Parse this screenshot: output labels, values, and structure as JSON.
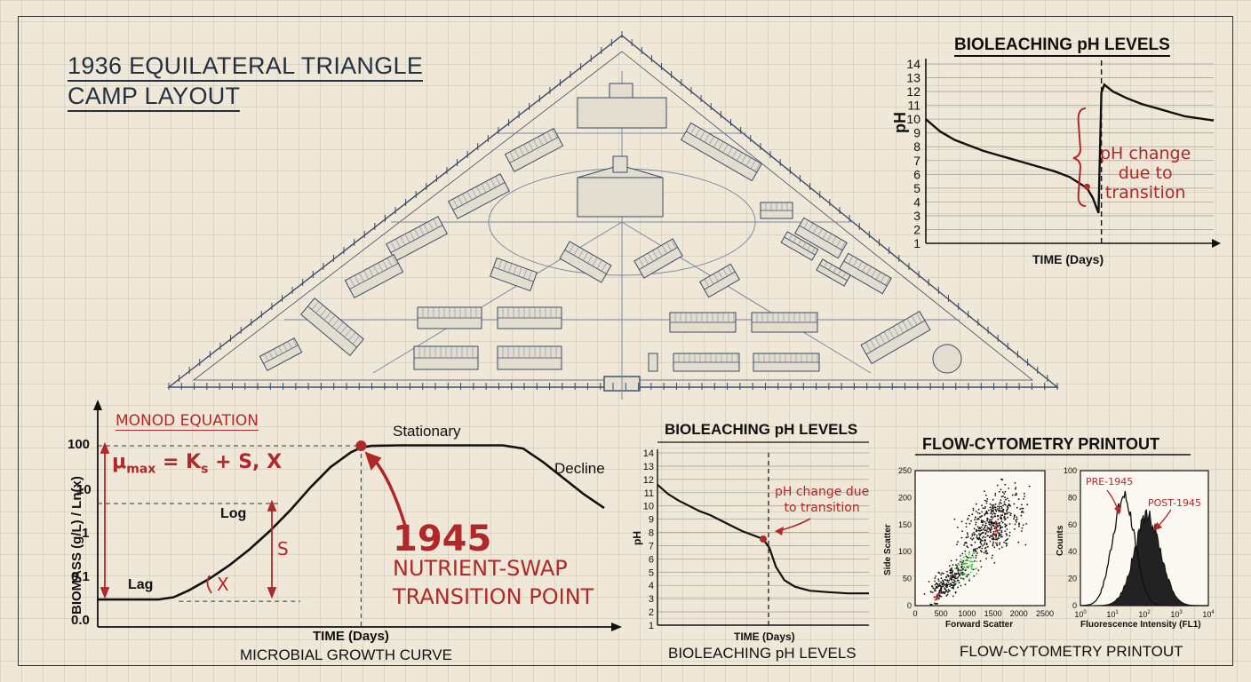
{
  "camp": {
    "title_line1": "1936 EQUILATERAL TRIANGLE",
    "title_line2": "CAMP LAYOUT"
  },
  "colors": {
    "ink": "#111111",
    "red": "#b0282a",
    "blueprint": "#3a4a66",
    "paper": "#efe8d8",
    "green": "#3ec43e"
  },
  "ph_top": {
    "title": "BIOLEACHING pH LEVELS",
    "ylabel": "pH",
    "xlabel": "TIME (Days)",
    "annotation_line1": "pH change",
    "annotation_line2": "due to",
    "annotation_line3": "transition"
  },
  "growth": {
    "caption": "MICROBIAL GROWTH CURVE",
    "xlabel": "TIME (Days)",
    "ylabel": "BIOMASS (g/L) / Ln(x)",
    "monod_title": "MONOD EQUATION",
    "eq_mu": "μ",
    "eq_sub": "max",
    "eq_rest": "= K",
    "eq_ks_sub": "s",
    "eq_tail": "+ S, X",
    "phase_lag": "Lag",
    "phase_log": "Log",
    "phase_stationary": "Stationary",
    "phase_decline": "Decline",
    "label_s": "S",
    "label_x": "X",
    "big_year": "1945",
    "big_line2": "NUTRIENT-SWAP",
    "big_line3": "TRANSITION POINT"
  },
  "ph_mid": {
    "title": "BIOLEACHING pH LEVELS",
    "caption": "BIOLEACHING pH LEVELS",
    "ylabel": "pH",
    "xlabel": "TIME (Days)",
    "annotation_line1": "pH change due",
    "annotation_line2": "to transition"
  },
  "flow": {
    "title": "FLOW-CYTOMETRY PRINTOUT",
    "caption": "FLOW-CYTOMETRY PRINTOUT",
    "scatter_xlabel": "Forward Scatter",
    "scatter_ylabel": "Side Scatter",
    "hist_xlabel": "Fluorescence Intensity (FL1)",
    "hist_ylabel": "Counts",
    "pre_label": "PRE-1945",
    "post_label": "POST-1945"
  },
  "chart_data": [
    {
      "type": "line",
      "title": "BIOLEACHING pH LEVELS",
      "xlabel": "TIME (Days)",
      "ylabel": "pH",
      "ylim": [
        1,
        14
      ],
      "yticks": [
        1,
        2,
        3,
        4,
        5,
        6,
        7,
        8,
        9,
        10,
        11,
        12,
        13,
        14
      ],
      "grid": true,
      "series": [
        {
          "values": [
            [
              0,
              10.0
            ],
            [
              0.05,
              9.1
            ],
            [
              0.1,
              8.5
            ],
            [
              0.15,
              8.1
            ],
            [
              0.2,
              7.7
            ],
            [
              0.25,
              7.4
            ],
            [
              0.3,
              7.1
            ],
            [
              0.35,
              6.8
            ],
            [
              0.4,
              6.5
            ],
            [
              0.45,
              6.2
            ],
            [
              0.5,
              5.8
            ],
            [
              0.53,
              5.4
            ],
            [
              0.56,
              5.0
            ],
            [
              0.58,
              4.3
            ],
            [
              0.6,
              3.2
            ],
            [
              0.61,
              11.9
            ],
            [
              0.62,
              12.5
            ],
            [
              0.65,
              12.0
            ],
            [
              0.7,
              11.5
            ],
            [
              0.75,
              11.1
            ],
            [
              0.8,
              10.8
            ],
            [
              0.85,
              10.5
            ],
            [
              0.9,
              10.2
            ],
            [
              1.0,
              9.9
            ]
          ]
        }
      ],
      "transition_x": 0.61,
      "marker_y": 5.1
    },
    {
      "type": "line",
      "title": "MICROBIAL GROWTH CURVE",
      "xlabel": "TIME (Days)",
      "ylabel": "BIOMASS (g/L) / Ln(x)",
      "yticks": [
        "0.0",
        "0.1",
        "1",
        "10",
        "100"
      ],
      "series": [
        {
          "values": [
            [
              0,
              0.6
            ],
            [
              0.05,
              0.6
            ],
            [
              0.12,
              0.6
            ],
            [
              0.15,
              0.65
            ],
            [
              0.18,
              0.8
            ],
            [
              0.22,
              1.05
            ],
            [
              0.26,
              1.35
            ],
            [
              0.3,
              1.7
            ],
            [
              0.34,
              2.1
            ],
            [
              0.38,
              2.55
            ],
            [
              0.42,
              3.05
            ],
            [
              0.46,
              3.5
            ],
            [
              0.5,
              3.82
            ],
            [
              0.52,
              3.92
            ],
            [
              0.54,
              3.96
            ],
            [
              0.6,
              3.97
            ],
            [
              0.7,
              3.97
            ],
            [
              0.8,
              3.97
            ],
            [
              0.84,
              3.9
            ],
            [
              0.88,
              3.6
            ],
            [
              0.92,
              3.25
            ],
            [
              0.96,
              2.9
            ],
            [
              1.0,
              2.6
            ]
          ]
        }
      ],
      "transition_x": 0.52,
      "transition_y": 3.96,
      "log_level_y": 2.7,
      "lag_level_y": 0.6
    },
    {
      "type": "line",
      "title": "BIOLEACHING pH LEVELS",
      "xlabel": "TIME (Days)",
      "ylabel": "pH",
      "ylim": [
        1,
        14
      ],
      "yticks": [
        1,
        2,
        3,
        4,
        5,
        6,
        7,
        8,
        9,
        10,
        11,
        12,
        13,
        14
      ],
      "grid": true,
      "series": [
        {
          "values": [
            [
              0,
              11.6
            ],
            [
              0.05,
              10.9
            ],
            [
              0.1,
              10.4
            ],
            [
              0.15,
              10.0
            ],
            [
              0.2,
              9.6
            ],
            [
              0.25,
              9.3
            ],
            [
              0.3,
              8.9
            ],
            [
              0.35,
              8.5
            ],
            [
              0.4,
              8.1
            ],
            [
              0.45,
              7.8
            ],
            [
              0.5,
              7.5
            ],
            [
              0.53,
              6.8
            ],
            [
              0.56,
              5.4
            ],
            [
              0.6,
              4.4
            ],
            [
              0.65,
              3.9
            ],
            [
              0.72,
              3.6
            ],
            [
              0.8,
              3.5
            ],
            [
              0.9,
              3.4
            ],
            [
              1.0,
              3.4
            ]
          ]
        }
      ],
      "transition_x": 0.5,
      "marker_y": 7.5
    },
    {
      "type": "scatter",
      "xlabel": "Forward Scatter",
      "ylabel": "Side Scatter",
      "xlim": [
        0,
        2500
      ],
      "ylim": [
        0,
        250
      ],
      "xticks": [
        0,
        500,
        1000,
        1500,
        2000,
        2500
      ],
      "yticks": [
        0,
        50,
        100,
        150,
        200,
        250
      ],
      "clusters": [
        {
          "name": "",
          "color": "#111111",
          "center": [
            1500,
            150
          ],
          "spread": [
            450,
            45
          ],
          "count": 1400
        },
        {
          "name": "",
          "color": "#111111",
          "center": [
            650,
            45
          ],
          "spread": [
            320,
            22
          ],
          "count": 700
        },
        {
          "name": "",
          "color": "#3ec43e",
          "center": [
            1000,
            75
          ],
          "spread": [
            180,
            22
          ],
          "count": 180
        },
        {
          "name": "",
          "color": "#b0282a",
          "center": [
            1550,
            140
          ],
          "spread": [
            60,
            25
          ],
          "count": 60
        },
        {
          "name": "",
          "color": "#b0282a",
          "center": [
            420,
            18
          ],
          "spread": [
            50,
            6
          ],
          "count": 40
        }
      ]
    },
    {
      "type": "area",
      "xlabel": "Fluorescence Intensity (FL1)",
      "ylabel": "Counts",
      "xscale": "log",
      "xlim": [
        1,
        10000
      ],
      "ylim": [
        0,
        100
      ],
      "xticks": [
        "10^0",
        "10^1",
        "10^2",
        "10^3",
        "10^4"
      ],
      "yticks": [
        0,
        20,
        40,
        60,
        80,
        100
      ],
      "series": [
        {
          "name": "PRE-1945",
          "peak_log10": 1.35,
          "width_log10": 0.35,
          "peak": 80,
          "fill": "none"
        },
        {
          "name": "POST-1945",
          "peak_log10": 2.1,
          "width_log10": 0.42,
          "peak": 65,
          "fill": "#222222"
        }
      ]
    }
  ]
}
